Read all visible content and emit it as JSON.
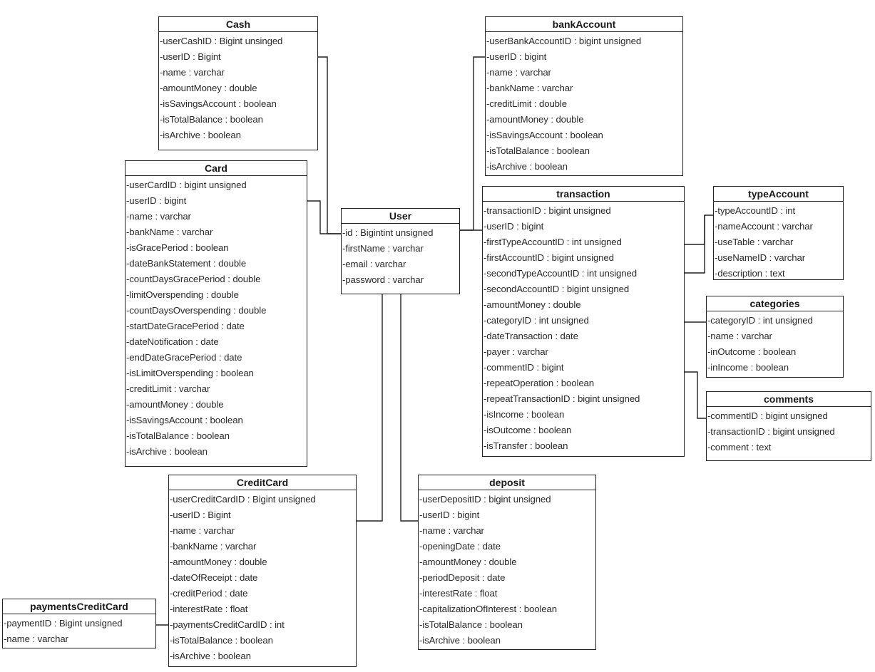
{
  "diagram": {
    "classes": {
      "cash": {
        "name": "Cash",
        "attributes": [
          "-userCashID : Bigint unsinged",
          "-userID : Bigint",
          "-name : varchar",
          "-amountMoney : double",
          "-isSavingsAccount : boolean",
          "-isTotalBalance : boolean",
          "-isArchive : boolean"
        ]
      },
      "card": {
        "name": "Card",
        "attributes": [
          "-userCardID : bigint unsigned",
          "-userID : bigint",
          "-name : varchar",
          "-bankName : varchar",
          "-isGracePeriod : boolean",
          "-dateBankStatement : double",
          "-countDaysGracePeriod : double",
          "-limitOverspending : double",
          "-countDaysOverspending : double",
          "-startDateGracePeriod : date",
          "-dateNotification : date",
          "-endDateGracePeriod : date",
          "-isLimitOverspending : boolean",
          "-creditLimit : varchar",
          "-amountMoney : double",
          "-isSavingsAccount : boolean",
          "-isTotalBalance : boolean",
          "-isArchive : boolean"
        ]
      },
      "user": {
        "name": "User",
        "attributes": [
          "-id : Bigintint unsigned",
          "-firstName : varchar",
          "-email : varchar",
          "-password : varchar"
        ]
      },
      "bankAccount": {
        "name": "bankAccount",
        "attributes": [
          "-userBankAccountID : bigint unsigned",
          "-userID : bigint",
          "-name : varchar",
          "-bankName : varchar",
          "-creditLimit : double",
          "-amountMoney : double",
          "-isSavingsAccount : boolean",
          "-isTotalBalance : boolean",
          "-isArchive : boolean"
        ]
      },
      "transaction": {
        "name": "transaction",
        "attributes": [
          "-transactionID : bigint unsigned",
          "-userID : bigint",
          "-firstTypeAccountID : int unsigned",
          "-firstAccountID : bigint unsigned",
          "-secondTypeAccountID : int unsigned",
          "-secondAccountID : bigint unsigned",
          "-amountMoney : double",
          "-categoryID : int unsigned",
          "-dateTransaction : date",
          "-payer : varchar",
          "-commentID : bigint",
          "-repeatOperation : boolean",
          "-repeatTransactionID : bigint unsigned",
          "-isIncome : boolean",
          "-isOutcome : boolean",
          "-isTransfer : boolean"
        ]
      },
      "typeAccount": {
        "name": "typeAccount",
        "attributes": [
          "-typeAccountID : int",
          "-nameAccount : varchar",
          "-useTable : varchar",
          "-useNameID : varchar",
          "-description : text"
        ]
      },
      "categories": {
        "name": "categories",
        "attributes": [
          "-categoryID : int unsigned",
          "-name : varchar",
          "-inOutcome : boolean",
          "-inIncome : boolean"
        ]
      },
      "comments": {
        "name": "comments",
        "attributes": [
          "-commentID : bigint unsigned",
          "-transactionID : bigint unsigned",
          "-comment : text"
        ]
      },
      "creditCard": {
        "name": "CreditCard",
        "attributes": [
          "-userCreditCardID : Bigint unsigned",
          "-userID : Bigint",
          "-name : varchar",
          "-bankName : varchar",
          "-amountMoney : double",
          "-dateOfReceipt : date",
          "-creditPeriod : date",
          "-interestRate : float",
          "-paymentsCreditCardID : int",
          "-isTotalBalance : boolean",
          "-isArchive : boolean"
        ]
      },
      "deposit": {
        "name": "deposit",
        "attributes": [
          "-userDepositID : bigint unsigned",
          "-userID : bigint",
          "-name : varchar",
          "-openingDate : date",
          "-amountMoney : double",
          "-periodDeposit : date",
          "-interestRate : float",
          "-capitalizationOfInterest : boolean",
          "-isTotalBalance : boolean",
          "-isArchive : boolean"
        ]
      },
      "paymentsCreditCard": {
        "name": "paymentsCreditCard",
        "attributes": [
          "-paymentID : Bigint unsigned",
          "-name : varchar"
        ]
      }
    },
    "relations": [
      {
        "from": "Cash.userID",
        "to": "User.id"
      },
      {
        "from": "Card.userID",
        "to": "User.id"
      },
      {
        "from": "bankAccount.userID",
        "to": "User.id"
      },
      {
        "from": "transaction.userID",
        "to": "User.id"
      },
      {
        "from": "CreditCard.userID",
        "to": "User"
      },
      {
        "from": "deposit.userID",
        "to": "User"
      },
      {
        "from": "transaction.firstTypeAccountID",
        "to": "typeAccount.typeAccountID"
      },
      {
        "from": "transaction.secondTypeAccountID",
        "to": "typeAccount.typeAccountID"
      },
      {
        "from": "transaction.categoryID",
        "to": "categories.categoryID"
      },
      {
        "from": "transaction.commentID",
        "to": "comments.commentID"
      },
      {
        "from": "paymentsCreditCard.paymentID",
        "to": "CreditCard.paymentsCreditCardID"
      }
    ]
  }
}
